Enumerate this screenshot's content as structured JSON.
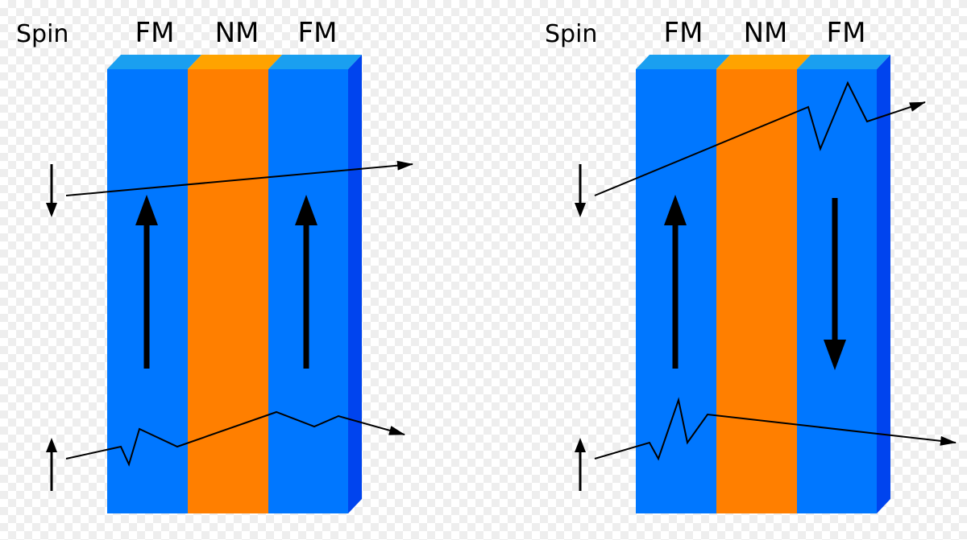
{
  "colors": {
    "fm": "#0077ff",
    "fm_top": "#1a9ff0",
    "fm_side": "#0044ee",
    "nm": "#ff7f00",
    "nm_top": "#ffa300"
  },
  "panels": [
    {
      "spin_label": "Spin",
      "layer_labels": [
        "FM",
        "NM",
        "FM"
      ],
      "magnetization": [
        "up",
        "up"
      ],
      "spin_up_arrow": "up",
      "spin_down_arrow": "down"
    },
    {
      "spin_label": "Spin",
      "layer_labels": [
        "FM",
        "NM",
        "FM"
      ],
      "magnetization": [
        "up",
        "down"
      ],
      "spin_up_arrow": "up",
      "spin_down_arrow": "down"
    }
  ]
}
